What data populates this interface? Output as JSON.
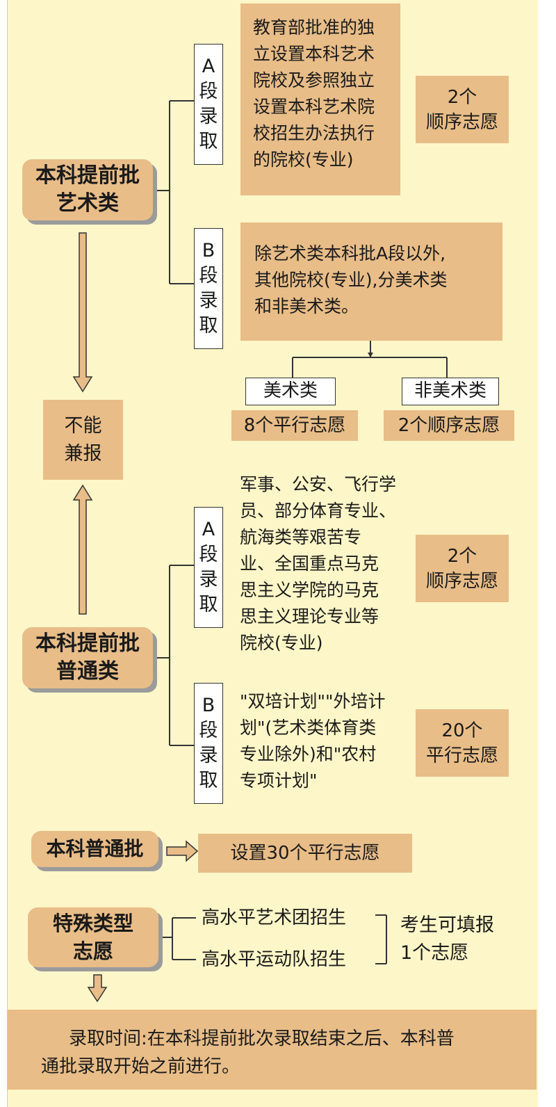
{
  "art": {
    "title_line1": "本科提前批",
    "title_line2": "艺术类",
    "a_segment": [
      "A",
      "段",
      "录",
      "取"
    ],
    "a_desc": [
      "教育部批准的独",
      "立设置本科艺术",
      "院校及参照独立",
      "设置本科艺术院",
      "校招生办法执行",
      "的院校(专业)"
    ],
    "a_count_line1": "2个",
    "a_count_line2": "顺序志愿",
    "b_segment": [
      "B",
      "段",
      "录",
      "取"
    ],
    "b_desc": [
      "除艺术类本科批A段以外,",
      "其他院校(专业),分美术类",
      "和非美术类。"
    ],
    "meishu_label": "美术类",
    "meishu_count": "8个平行志愿",
    "feimeishu_label": "非美术类",
    "feimeishu_count": "2个顺序志愿"
  },
  "cannot_combine": [
    "不能",
    "兼报"
  ],
  "general": {
    "title_line1": "本科提前批",
    "title_line2": "普通类",
    "a_segment": [
      "A",
      "段",
      "录",
      "取"
    ],
    "a_desc": [
      "军事、公安、飞行学",
      "员、部分体育专业、",
      "航海类等艰苦专",
      "业、全国重点马克",
      "思主义学院的马克",
      "思主义理论专业等",
      "院校(专业)"
    ],
    "a_count_line1": "2个",
    "a_count_line2": "顺序志愿",
    "b_segment": [
      "B",
      "段",
      "录",
      "取"
    ],
    "b_desc": [
      "\"双培计划\"\"外培计",
      "划\"(艺术类体育类",
      "专业除外)和\"农村",
      "专项计划\""
    ],
    "b_count_line1": "20个",
    "b_count_line2": "平行志愿"
  },
  "regular": {
    "title": "本科普通批",
    "desc": "设置30个平行志愿"
  },
  "special": {
    "title_line1": "特殊类型",
    "title_line2": "志愿",
    "item1": "高水平艺术团招生",
    "item2": "高水平运动队招生",
    "note_line1": "考生可填报",
    "note_line2": "1个志愿"
  },
  "footer": {
    "line1": "录取时间:在本科提前批次录取结束之后、本科普",
    "line2": "通批录取开始之前进行。"
  },
  "colors": {
    "panel": "#fdf6c8",
    "box": "#e8bd88",
    "shadow": "#9b9b9b",
    "arrow_fill": "#e8bd88"
  }
}
